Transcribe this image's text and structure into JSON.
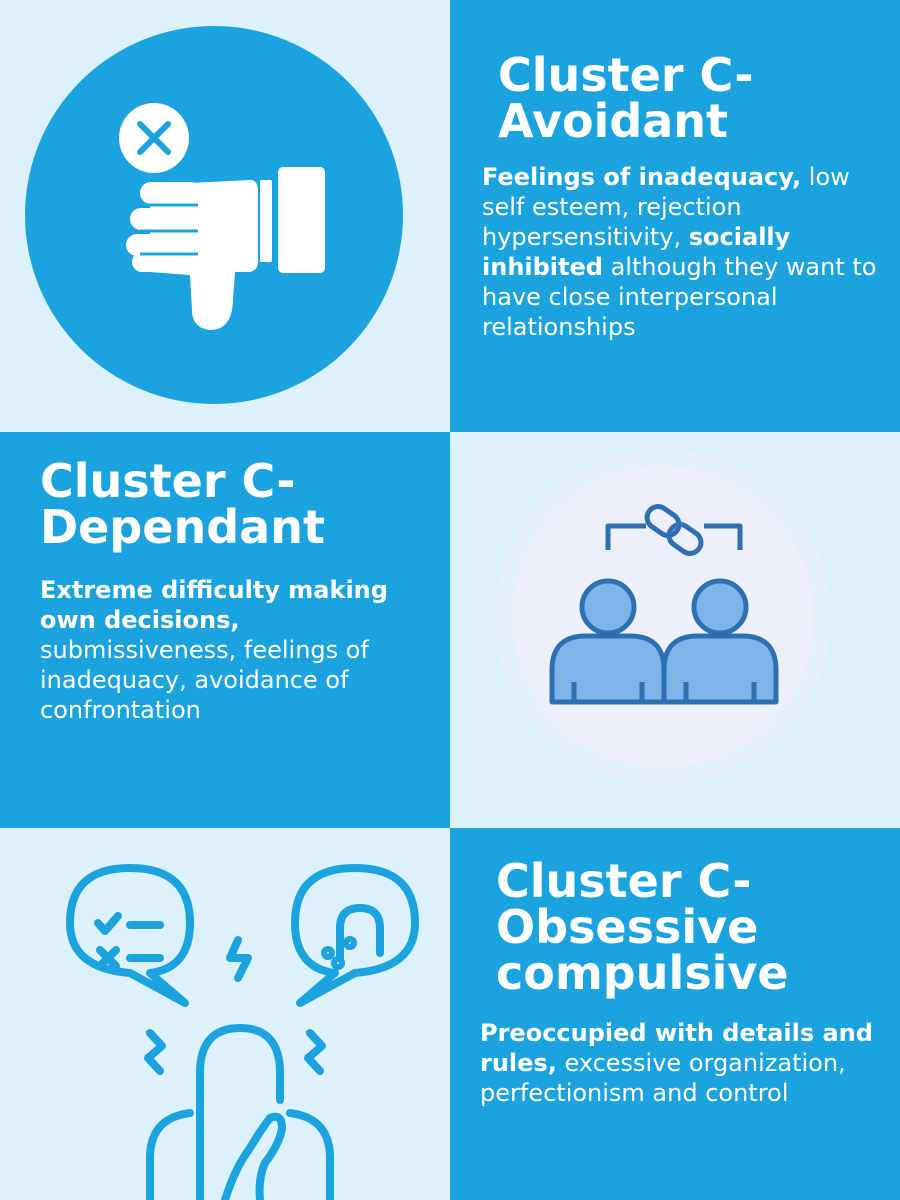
{
  "avoidant": {
    "title_line1": "Cluster C-",
    "title_line2": "Avoidant",
    "desc_bold1": "Feelings of inadequacy,",
    "desc_text1": " low self esteem, rejection hypersensitivity, ",
    "desc_bold2": "socially inhibited",
    "desc_text2": " although they want to have close interpersonal relationships"
  },
  "dependant": {
    "title_line1": "Cluster C-",
    "title_line2": "Dependant",
    "desc_bold": "Extreme difficulty making own decisions,",
    "desc_text": " submissiveness, feelings of inadequacy, avoidance of confrontation"
  },
  "obsessive": {
    "title_line1": "Cluster C-",
    "title_line2": "Obsessive",
    "title_line3": "compulsive",
    "desc_bold": "Preoccupied with details and rules,",
    "desc_text": " excessive organization, perfectionism and control"
  },
  "icons": {
    "avoidant": "thumbs-down-with-x-icon",
    "dependant": "linked-people-icon",
    "obsessive": "anxious-person-icon"
  },
  "colors": {
    "light_bg": "#dcf1fb",
    "blue_bg": "#1aa3df",
    "text": "#ffffff",
    "people_fill": "#7db5e8",
    "people_stroke": "#2e6fb3"
  }
}
